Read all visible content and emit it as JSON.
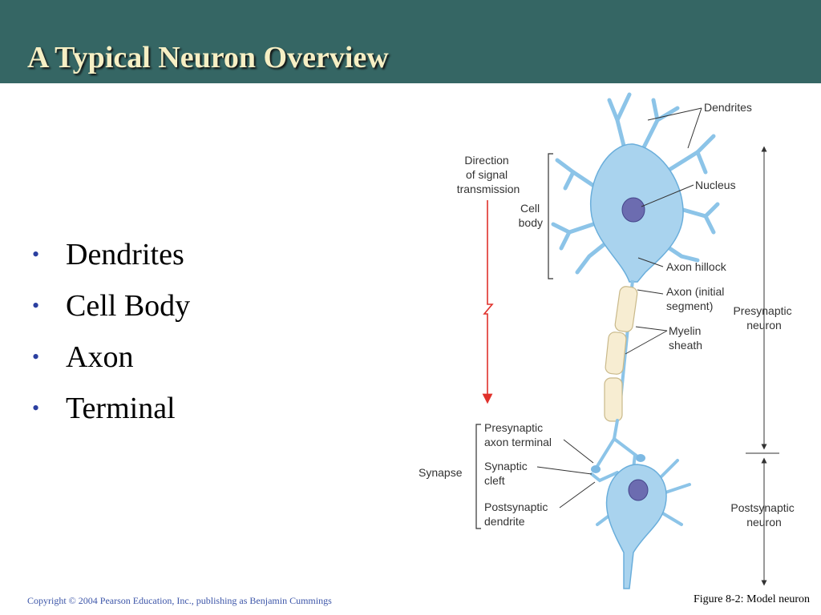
{
  "slide": {
    "title": "A Typical Neuron Overview",
    "bullets": [
      "Dendrites",
      "Cell Body",
      "Axon",
      "Terminal"
    ],
    "bullet_glyph": "•",
    "copyright": "Copyright © 2004 Pearson Education, Inc., publishing as Benjamin Cummings",
    "caption": "Figure 8-2: Model neuron"
  },
  "diagram": {
    "labels": {
      "dendrites": "Dendrites",
      "direction": [
        "Direction",
        "of signal",
        "transmission"
      ],
      "cell_body": [
        "Cell",
        "body"
      ],
      "nucleus": "Nucleus",
      "axon_hillock": "Axon hillock",
      "axon_initial": [
        "Axon (initial",
        "segment)"
      ],
      "myelin": [
        "Myelin",
        "sheath"
      ],
      "presynaptic_neuron": [
        "Presynaptic",
        "neuron"
      ],
      "presynaptic_terminal": [
        "Presynaptic",
        "axon terminal"
      ],
      "synapse": "Synapse",
      "synaptic_cleft": [
        "Synaptic",
        "cleft"
      ],
      "postsynaptic_dendrite": [
        "Postsynaptic",
        "dendrite"
      ],
      "postsynaptic_neuron": [
        "Postsynaptic",
        "neuron"
      ]
    }
  },
  "colors": {
    "header_bg": "#356664",
    "title_text": "#f6efc4",
    "bullet_dot": "#2b3fa0",
    "neuron_fill": "#a9d3ee",
    "neuron_stroke": "#6aaedb",
    "nucleus_fill": "#6c6cb0",
    "myelin_fill": "#f7edd2",
    "signal_arrow": "#e0312b"
  }
}
